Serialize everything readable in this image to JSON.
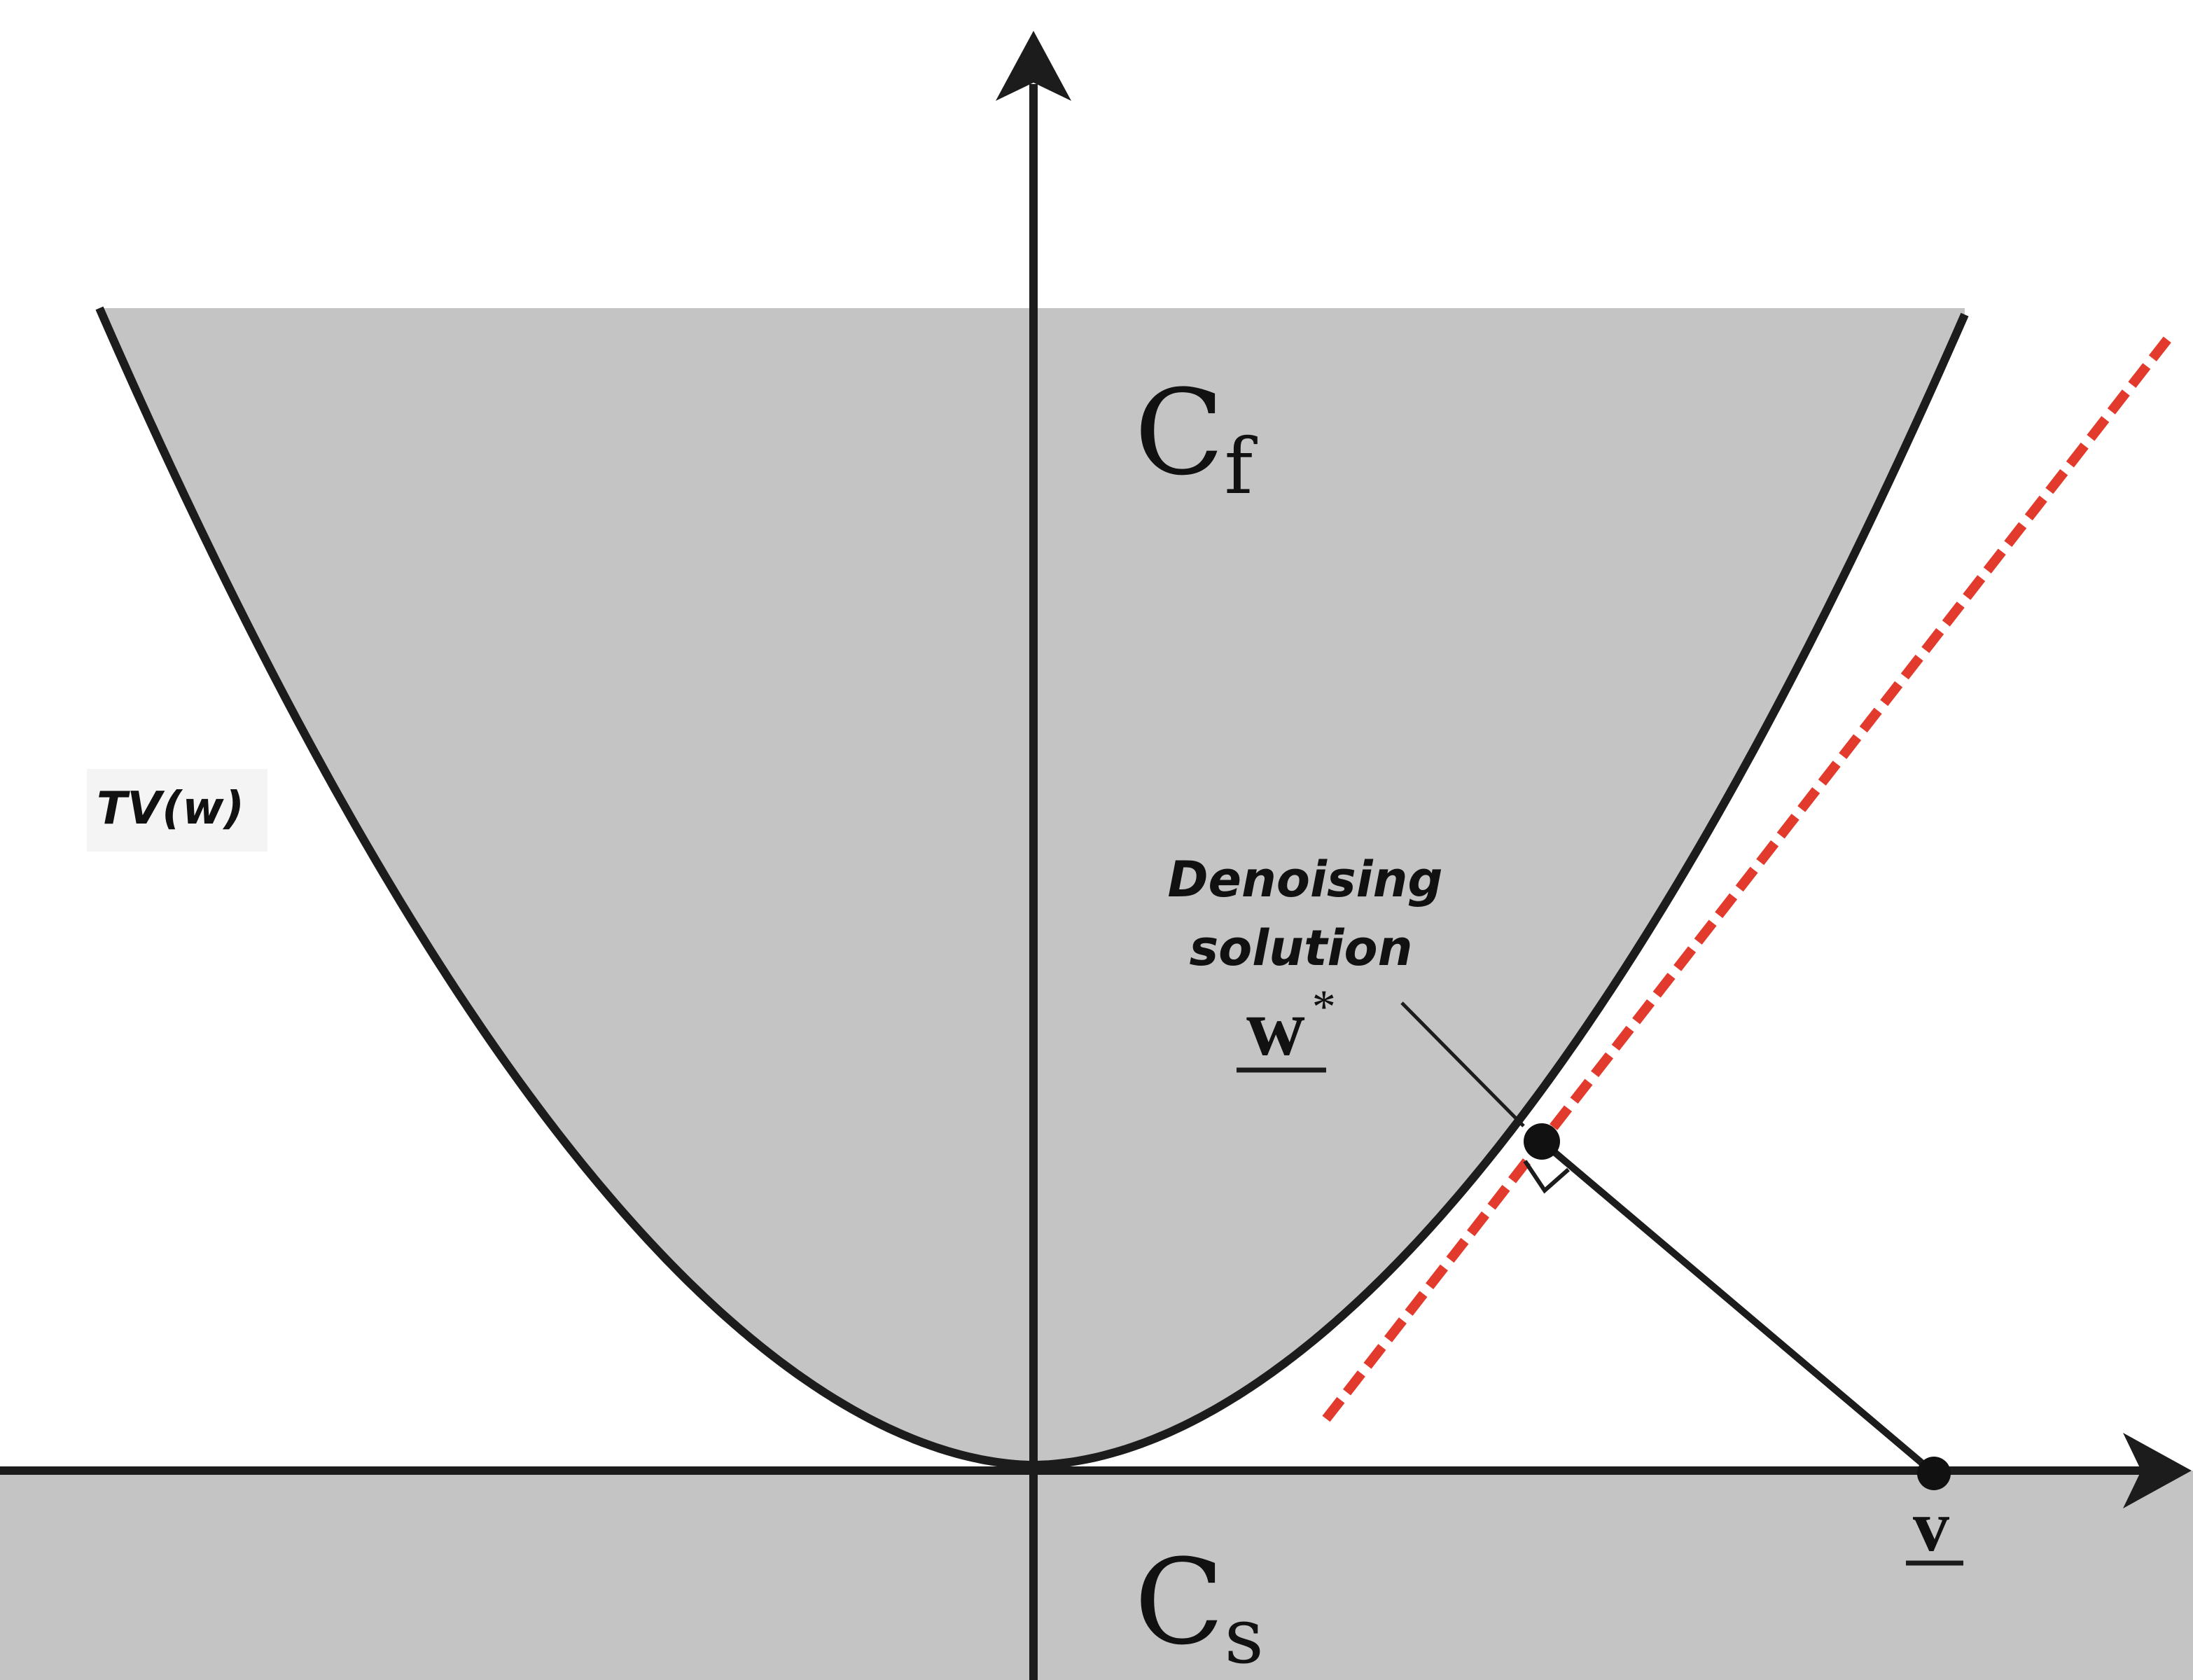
{
  "labels": {
    "feasible_set": "C",
    "feasible_set_sub": "f",
    "constraint_set": "C",
    "constraint_set_sub": "s",
    "function_label": "TV(w)",
    "annotation_line1": "Denoising",
    "annotation_line2": "solution",
    "solution_vector": "w",
    "solution_superscript": "*",
    "input_vector": "v"
  },
  "colors": {
    "region_fill": "#c4c4c4",
    "curve_stroke": "#1c1c1c",
    "tangent_line": "#e23a2c",
    "background": "#ffffff"
  }
}
